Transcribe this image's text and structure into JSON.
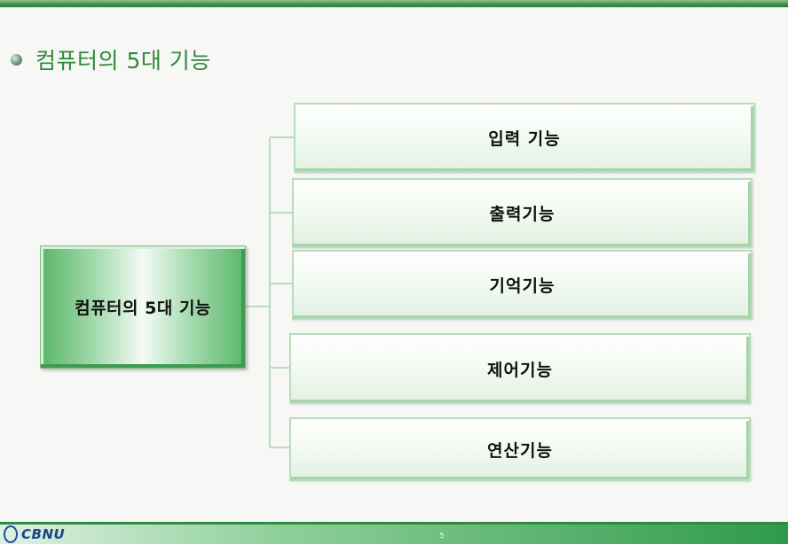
{
  "slide": {
    "title": "컴퓨터의 5대 기능",
    "center_label": "컴퓨터의 5대 기능",
    "functions": [
      {
        "label": "입력 기능"
      },
      {
        "label": "출력기능"
      },
      {
        "label": "기억기능"
      },
      {
        "label": "제어기능"
      },
      {
        "label": "연산기능"
      }
    ]
  },
  "footer": {
    "logo_text": "CBNU",
    "page_number": "5"
  },
  "colors": {
    "accent_green": "#2f8a3a",
    "bar_green": "#2f9a4a",
    "connector": "#b8dcbc"
  },
  "icons": {
    "bullet": "round-bullet-icon",
    "logo": "cbnu-logo-icon"
  }
}
